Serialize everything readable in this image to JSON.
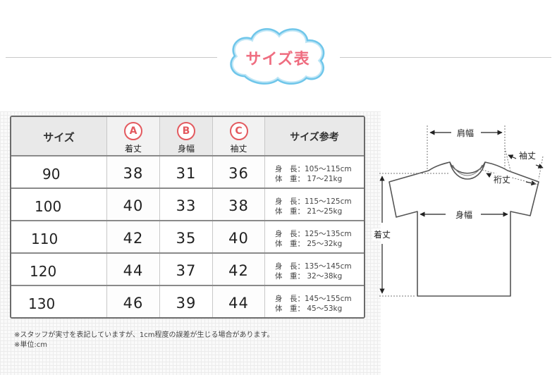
{
  "header": {
    "title": "サイズ表"
  },
  "table": {
    "columns": [
      {
        "label": "サイズ"
      },
      {
        "letter": "A",
        "label": "着丈"
      },
      {
        "letter": "B",
        "label": "身幅"
      },
      {
        "letter": "C",
        "label": "袖丈"
      },
      {
        "label": "サイズ参考"
      }
    ],
    "ref_keys": {
      "height": "身　長：",
      "weight": "体　重："
    },
    "rows": [
      {
        "size": "90",
        "a": "38",
        "b": "31",
        "c": "36",
        "height": "105〜115cm",
        "weight": " 17〜21kg"
      },
      {
        "size": "100",
        "a": "40",
        "b": "33",
        "c": "38",
        "height": "115〜125cm",
        "weight": " 21〜25kg"
      },
      {
        "size": "110",
        "a": "42",
        "b": "35",
        "c": "40",
        "height": "125〜135cm",
        "weight": " 25〜32kg"
      },
      {
        "size": "120",
        "a": "44",
        "b": "37",
        "c": "42",
        "height": "135〜145cm",
        "weight": " 32〜38kg"
      },
      {
        "size": "130",
        "a": "46",
        "b": "39",
        "c": "44",
        "height": "145〜155cm",
        "weight": " 45〜53kg"
      }
    ]
  },
  "notes": {
    "line1": "※スタッフが実寸を表記していますが、1cm程度の誤差が生じる場合があります。",
    "line2": "※単位:cm"
  },
  "diagram": {
    "shoulder": "肩幅",
    "sleeve": "袖丈",
    "yuki": "裄丈",
    "width": "身幅",
    "length": "着丈"
  },
  "colors": {
    "title_pink": "#ef6d80",
    "cloud_blue": "#6fc6ea",
    "letter_red": "#e35a5f"
  }
}
